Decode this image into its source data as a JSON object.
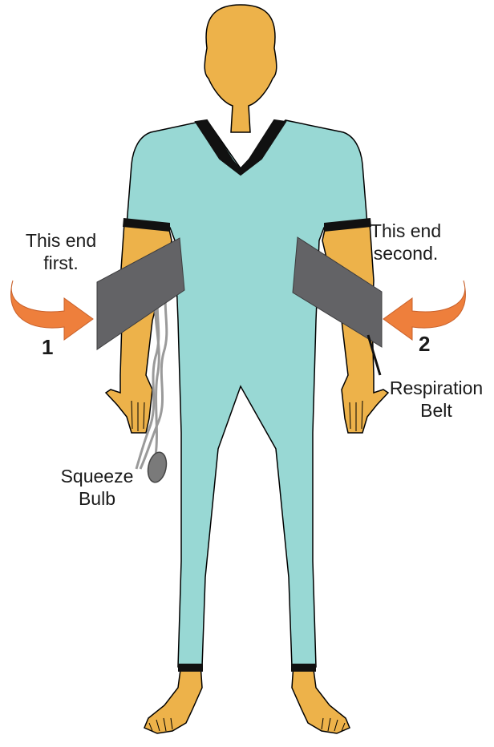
{
  "labels": {
    "left_end": {
      "line1": "This end",
      "line2": "first."
    },
    "right_end": {
      "line1": "This end",
      "line2": "second."
    },
    "step_left": "1",
    "step_right": "2",
    "respiration": {
      "line1": "Respiration",
      "line2": "Belt"
    },
    "squeeze": {
      "line1": "Squeeze",
      "line2": "Bulb"
    }
  },
  "colors": {
    "skin": "#EDB24A",
    "suit": "#98D8D4",
    "band": "#111111",
    "belt": "#636366",
    "arrow": "#EE7F3C",
    "tube": "#9A9A9A"
  },
  "icons": [
    "curved-arrow-right-icon",
    "curved-arrow-left-icon"
  ]
}
